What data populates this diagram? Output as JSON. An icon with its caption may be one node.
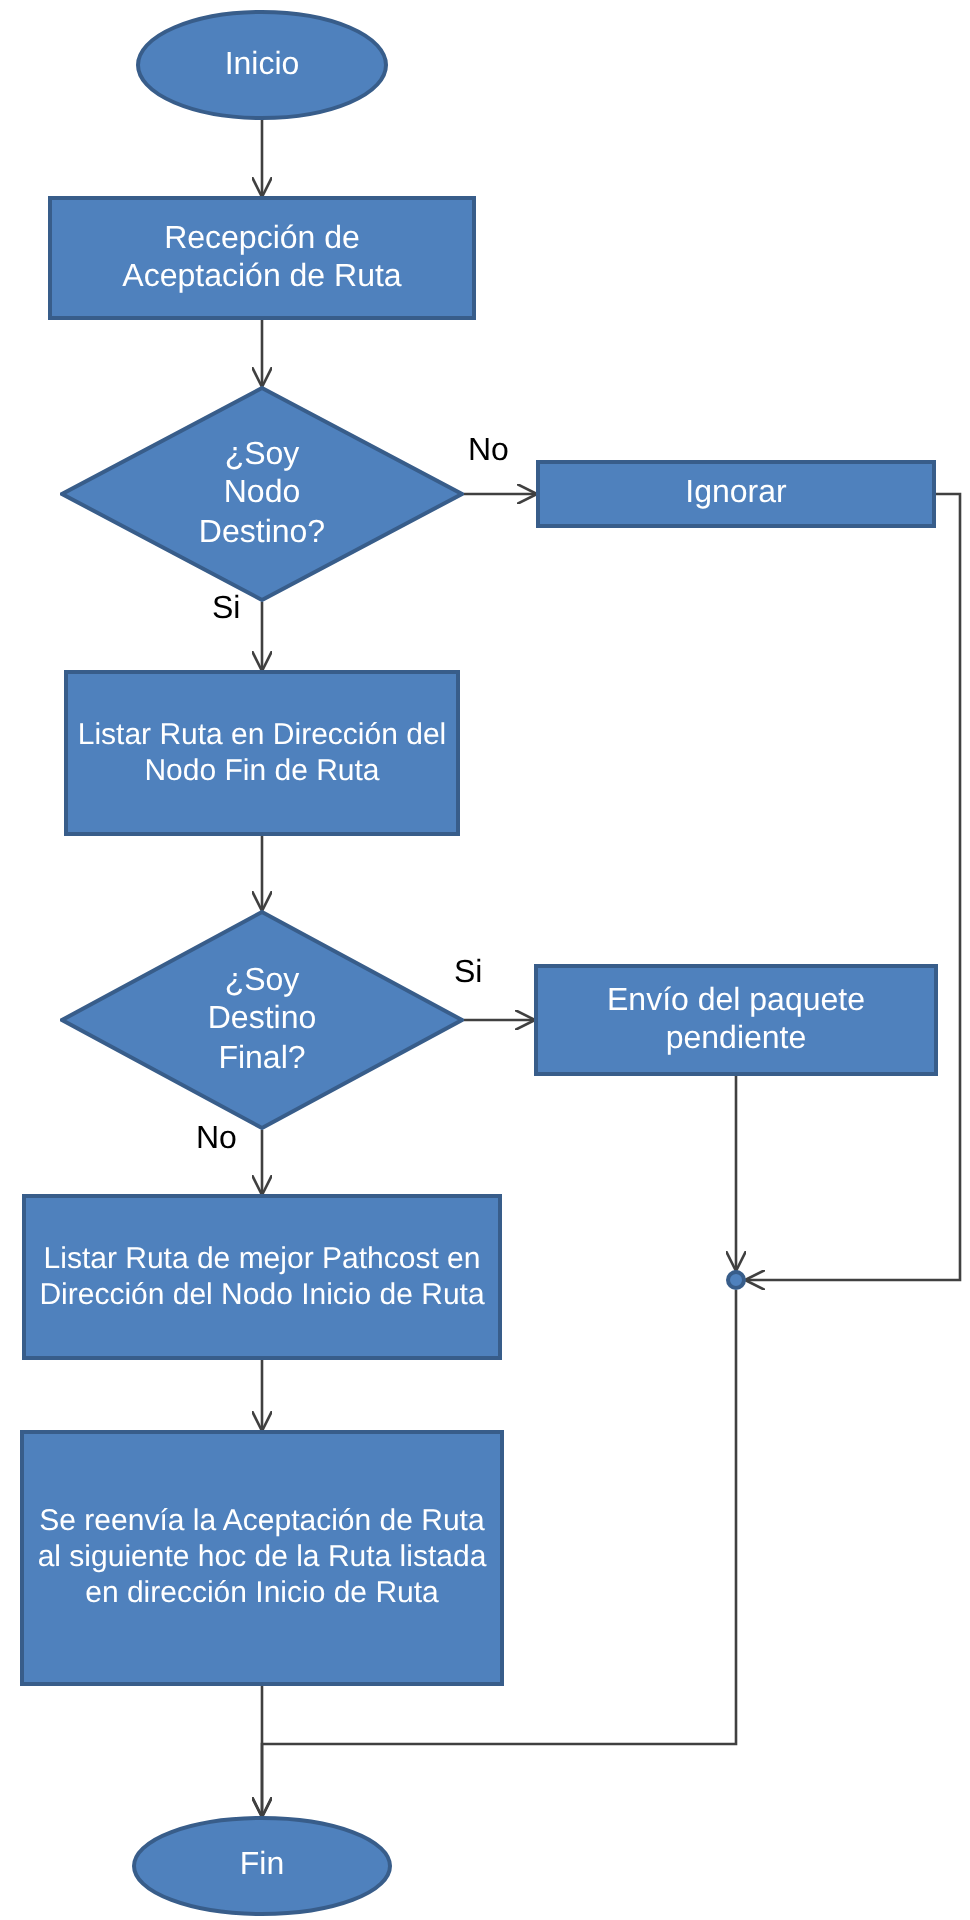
{
  "diagram": {
    "nodes": [
      {
        "text": [
          "Inicio"
        ]
      },
      {
        "text": [
          "Recepción de Aceptación de Ruta"
        ]
      },
      {
        "text": [
          "¿Soy Nodo Destino?"
        ]
      },
      {
        "text": [
          "Ignorar"
        ]
      },
      {
        "text": [
          "Listar Ruta en Dirección del Nodo Fin de Ruta"
        ]
      },
      {
        "text": [
          "¿Soy Destino Final?"
        ]
      },
      {
        "text": [
          "Envío del paquete pendiente"
        ]
      },
      {
        "text": [
          "Listar Ruta de mejor Pathcost en Dirección del Nodo Inicio de Ruta"
        ]
      },
      {
        "text": [
          "Se reenvía la Aceptación de Ruta al siguiente hoc de la Ruta listada en dirección Inicio de Ruta"
        ]
      },
      {
        "text": [],
        "shape": "circle"
      },
      {
        "text": [
          "Fin"
        ]
      }
    ],
    "edges": [
      {
        "from": 0,
        "to": 1,
        "arrow": "to"
      },
      {
        "from": 1,
        "to": 2,
        "arrow": "to"
      },
      {
        "from": 2,
        "to": 3,
        "arrow": "to",
        "label": "No"
      },
      {
        "from": 2,
        "to": 4,
        "arrow": "to",
        "label": "Si"
      },
      {
        "from": 4,
        "to": 5,
        "arrow": "to"
      },
      {
        "from": 5,
        "to": 6,
        "arrow": "to",
        "label": "Si"
      },
      {
        "from": 5,
        "to": 7,
        "arrow": "to",
        "label": "No"
      },
      {
        "from": 7,
        "to": 8,
        "arrow": "to"
      },
      {
        "from": 8,
        "to": 10,
        "arrow": "to"
      },
      {
        "from": 6,
        "to": 9,
        "arrow": "to"
      },
      {
        "from": 3,
        "to": 9,
        "arrow": "to"
      },
      {
        "from": 9,
        "to": 10,
        "arrow": "to"
      }
    ]
  }
}
